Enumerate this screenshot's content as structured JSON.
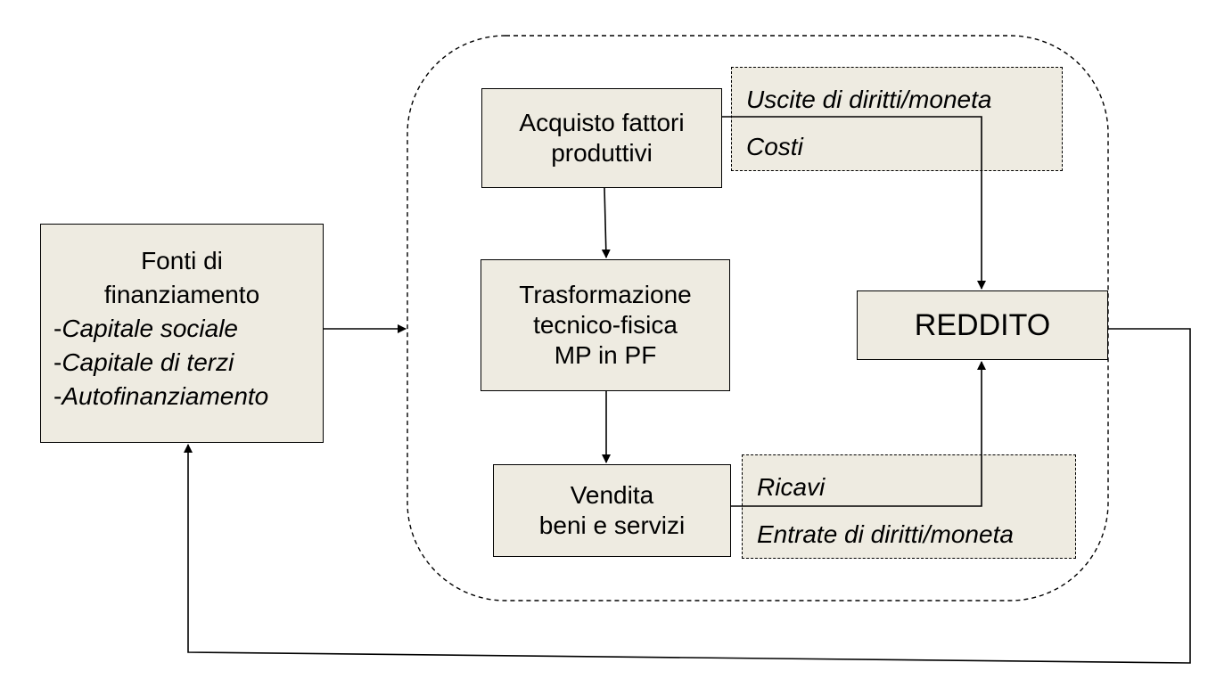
{
  "fonti": {
    "title_line1": "Fonti di",
    "title_line2": "finanziamento",
    "items": [
      {
        "prefix": "-",
        "label": "Capitale sociale"
      },
      {
        "prefix": "-",
        "label": "Capitale di terzi"
      },
      {
        "prefix": "-",
        "label": "Autofinanziamento"
      }
    ]
  },
  "process": {
    "acquisto": {
      "line1": "Acquisto fattori",
      "line2": "produttivi"
    },
    "trasformazione": {
      "line1": "Trasformazione",
      "line2": "tecnico-fisica",
      "line3": "MP in PF"
    },
    "vendita": {
      "line1": "Vendita",
      "line2": "beni e servizi"
    }
  },
  "uscite_box": {
    "line1": "Uscite di diritti/moneta",
    "line2": "Costi"
  },
  "entrate_box": {
    "line1": "Ricavi",
    "line2": "Entrate di diritti/moneta"
  },
  "reddito": {
    "label": "REDDITO"
  }
}
